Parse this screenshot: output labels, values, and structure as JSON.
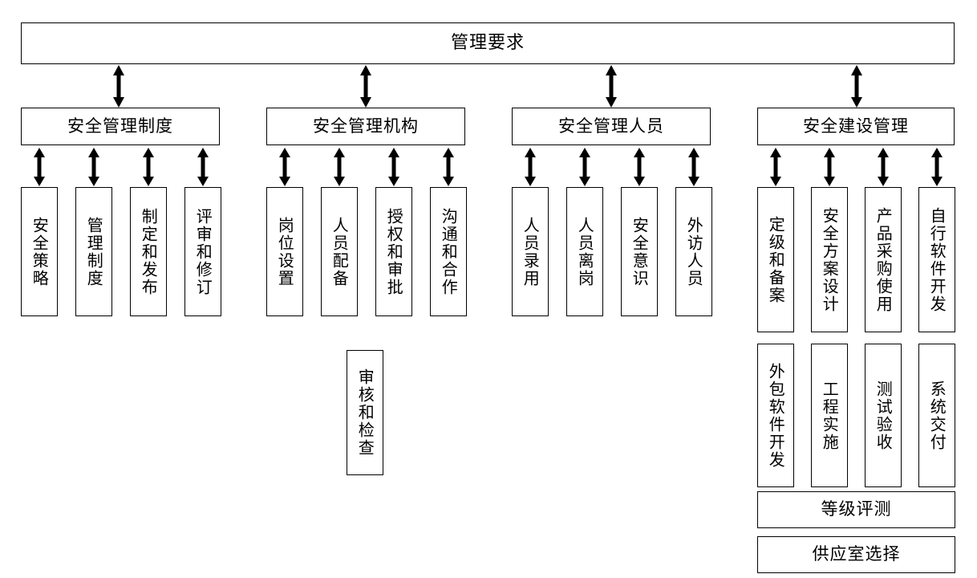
{
  "diagram": {
    "title": "管理要求",
    "root": {
      "label": "管理要求"
    },
    "groups": [
      {
        "label": "安全管理制度",
        "children": [
          "安全策略",
          "管理制度",
          "制定和发布",
          "评审和修订"
        ],
        "extra_children": []
      },
      {
        "label": "安全管理机构",
        "children": [
          "岗位设置",
          "人员配备",
          "授权和审批",
          "沟通和合作"
        ],
        "extra_children": [
          "审核和检查"
        ]
      },
      {
        "label": "安全管理人员",
        "children": [
          "人员录用",
          "人员离岗",
          "安全意识",
          "外访人员"
        ],
        "extra_children": []
      },
      {
        "label": "安全建设管理",
        "children": [
          "定级和备案",
          "安全方案设计",
          "产品采购使用",
          "自行软件开发"
        ],
        "extra_children": [
          "外包软件开发",
          "工程实施",
          "测试验收",
          "系统交付"
        ],
        "wide_children": [
          "等级评测",
          "供应室选择"
        ]
      }
    ],
    "colors": {
      "line": "#000000",
      "fill": "#ffffff",
      "text": "#000000"
    }
  }
}
